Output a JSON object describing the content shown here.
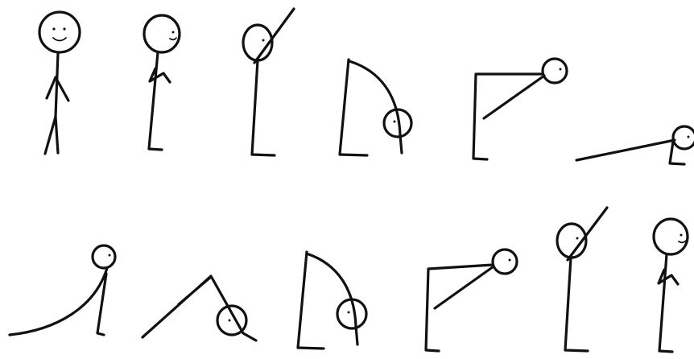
{
  "diagram": {
    "ink_color": "#111111",
    "background_color": "#ffffff",
    "rows": [
      {
        "figures": [
          {
            "pose": "standing-smiling"
          },
          {
            "pose": "standing-hands-at-chest"
          },
          {
            "pose": "standing-arms-raised"
          },
          {
            "pose": "forward-fold"
          },
          {
            "pose": "lunge-with-head-up"
          },
          {
            "pose": "plank"
          }
        ]
      },
      {
        "figures": [
          {
            "pose": "upward-arch"
          },
          {
            "pose": "downward-angle"
          },
          {
            "pose": "forward-fold"
          },
          {
            "pose": "lunge-with-head-up"
          },
          {
            "pose": "standing-arms-raised"
          },
          {
            "pose": "standing-hands-at-chest"
          }
        ]
      }
    ]
  }
}
